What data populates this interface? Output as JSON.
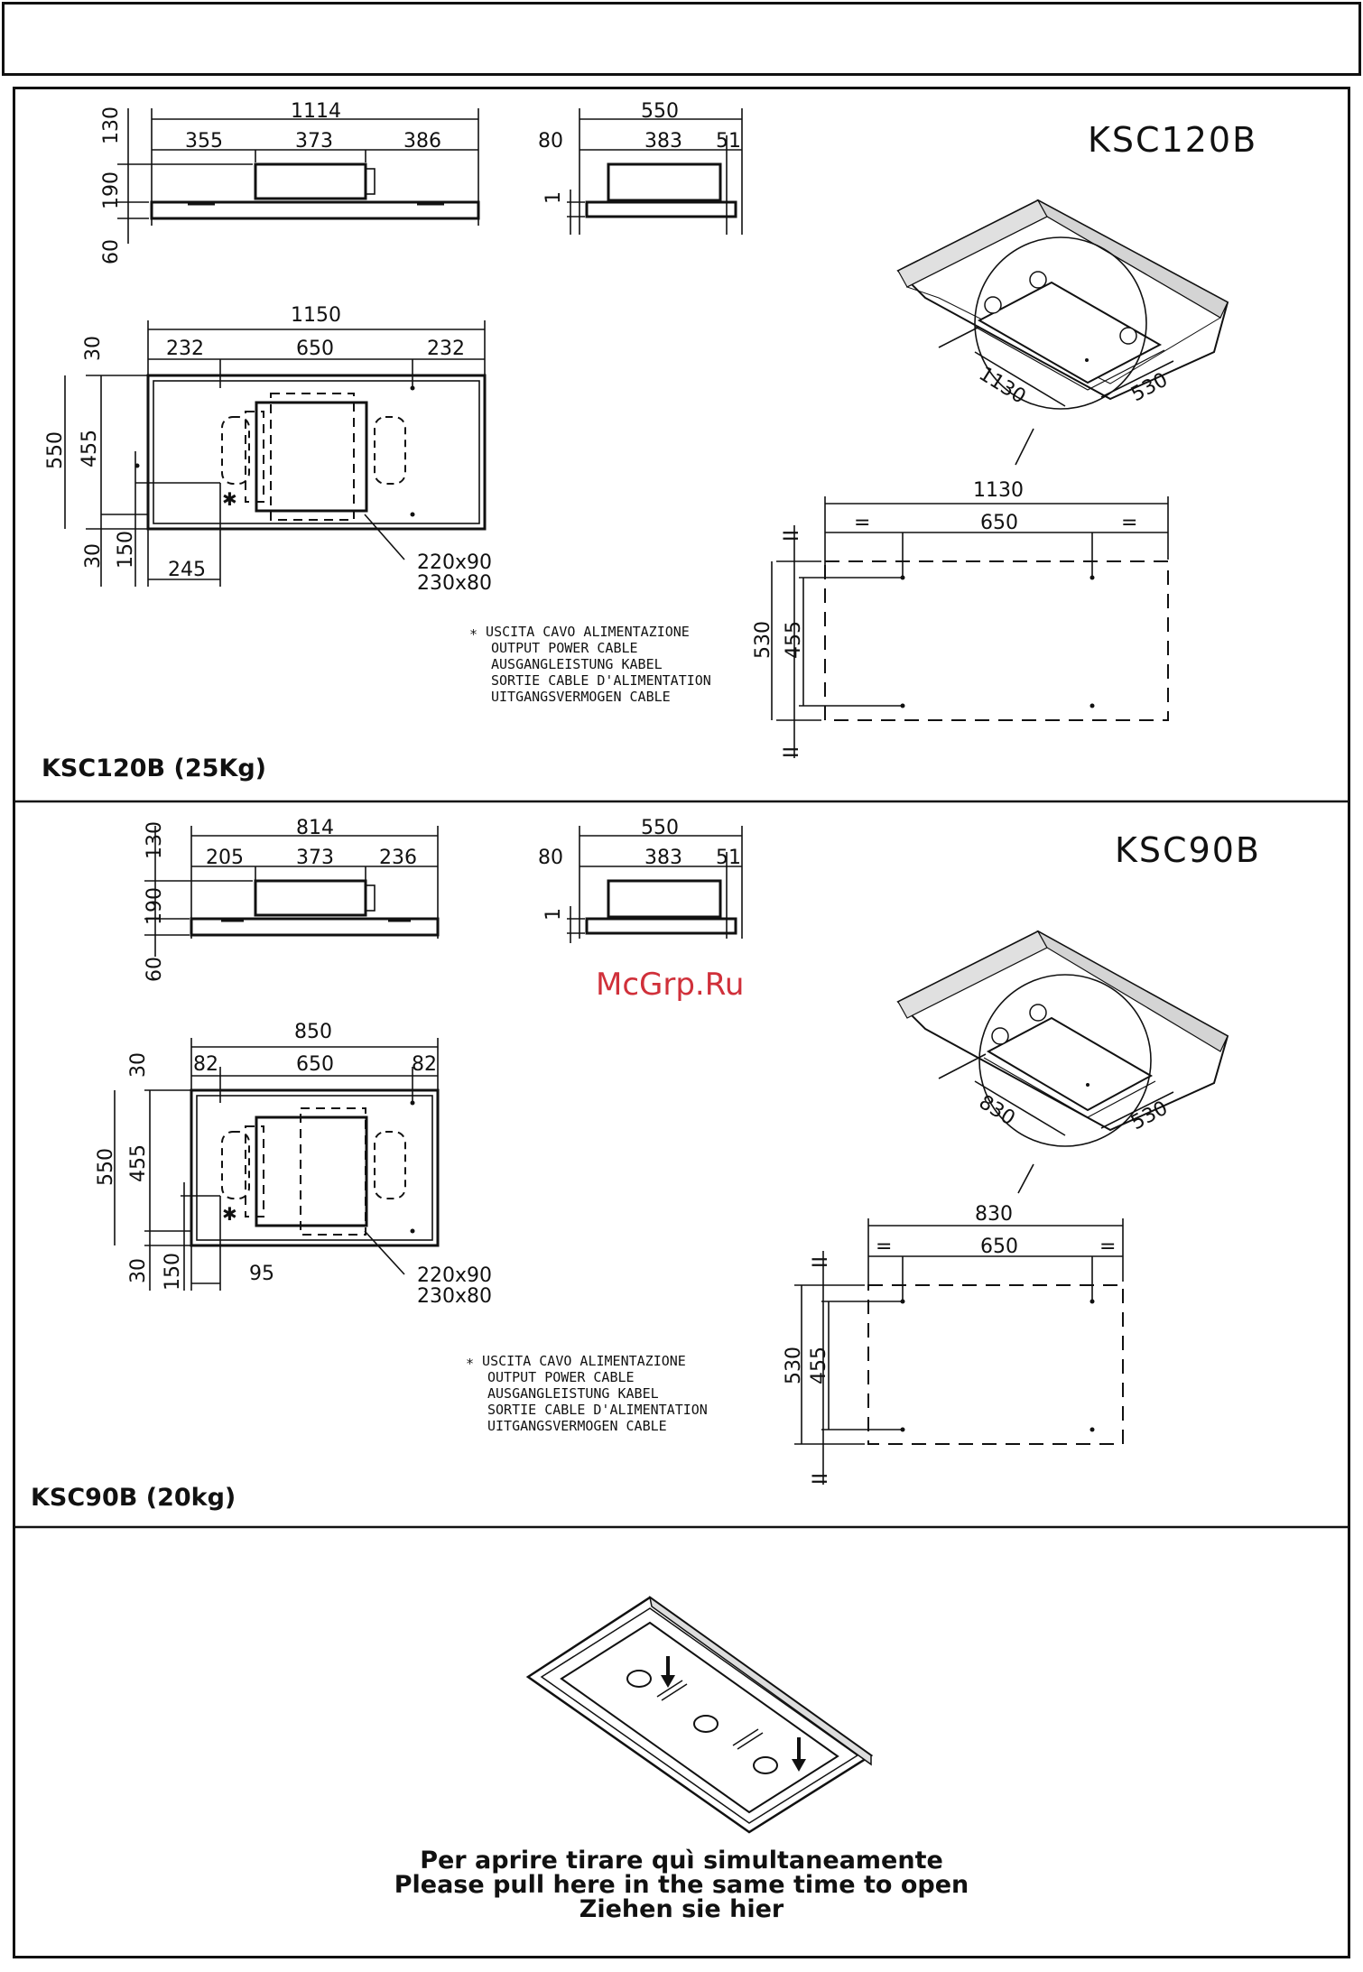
{
  "top_box": {},
  "ksc120": {
    "model": "KSC120B",
    "caption": "KSC120B (25Kg)",
    "side_view": {
      "total": "1114",
      "parts": [
        "355",
        "373",
        "386"
      ],
      "heights": [
        "130",
        "190",
        "60"
      ]
    },
    "end_view": {
      "total": "550",
      "parts": [
        "80",
        "383",
        "51"
      ],
      "mark": "1"
    },
    "plan": {
      "total": "1150",
      "parts": [
        "232",
        "650",
        "232"
      ],
      "left": [
        "30",
        "550",
        "455",
        "30",
        "150"
      ],
      "offset": "245",
      "vents": [
        "220x90",
        "230x80"
      ]
    },
    "note": [
      "∗ USCITA CAVO ALIMENTAZIONE",
      "OUTPUT POWER CABLE",
      "AUSGANGLEISTUNG KABEL",
      "SORTIE CABLE D'ALIMENTATION",
      "UITGANGSVERMOGEN CABLE"
    ],
    "iso": {
      "len": "1130",
      "wid": "530"
    },
    "cutout": {
      "total": "1130",
      "eq_left": "=",
      "mid": "650",
      "eq_right": "=",
      "h_outer": "530",
      "h_inner": "455",
      "mark": "II"
    }
  },
  "ksc90": {
    "model": "KSC90B",
    "caption": "KSC90B (20kg)",
    "side_view": {
      "total": "814",
      "parts": [
        "205",
        "373",
        "236"
      ],
      "heights": [
        "130",
        "190",
        "60"
      ]
    },
    "end_view": {
      "total": "550",
      "parts": [
        "80",
        "383",
        "51"
      ],
      "mark": "1"
    },
    "plan": {
      "total": "850",
      "parts": [
        "82",
        "650",
        "82"
      ],
      "left": [
        "30",
        "550",
        "455",
        "30",
        "150"
      ],
      "offset": "95",
      "vents": [
        "220x90",
        "230x80"
      ]
    },
    "note": [
      "∗ USCITA CAVO ALIMENTAZIONE",
      "OUTPUT POWER CABLE",
      "AUSGANGLEISTUNG KABEL",
      "SORTIE CABLE D'ALIMENTATION",
      "UITGANGSVERMOGEN CABLE"
    ],
    "iso": {
      "len": "830",
      "wid": "530"
    },
    "cutout": {
      "total": "830",
      "eq_left": "=",
      "mid": "650",
      "eq_right": "=",
      "h_outer": "530",
      "h_inner": "455",
      "mark": "II"
    }
  },
  "watermark": "McGrp.Ru",
  "open_instructions": [
    "Per aprire tirare quì simultaneamente",
    "Please pull here in the same time to open",
    "Ziehen sie hier"
  ]
}
